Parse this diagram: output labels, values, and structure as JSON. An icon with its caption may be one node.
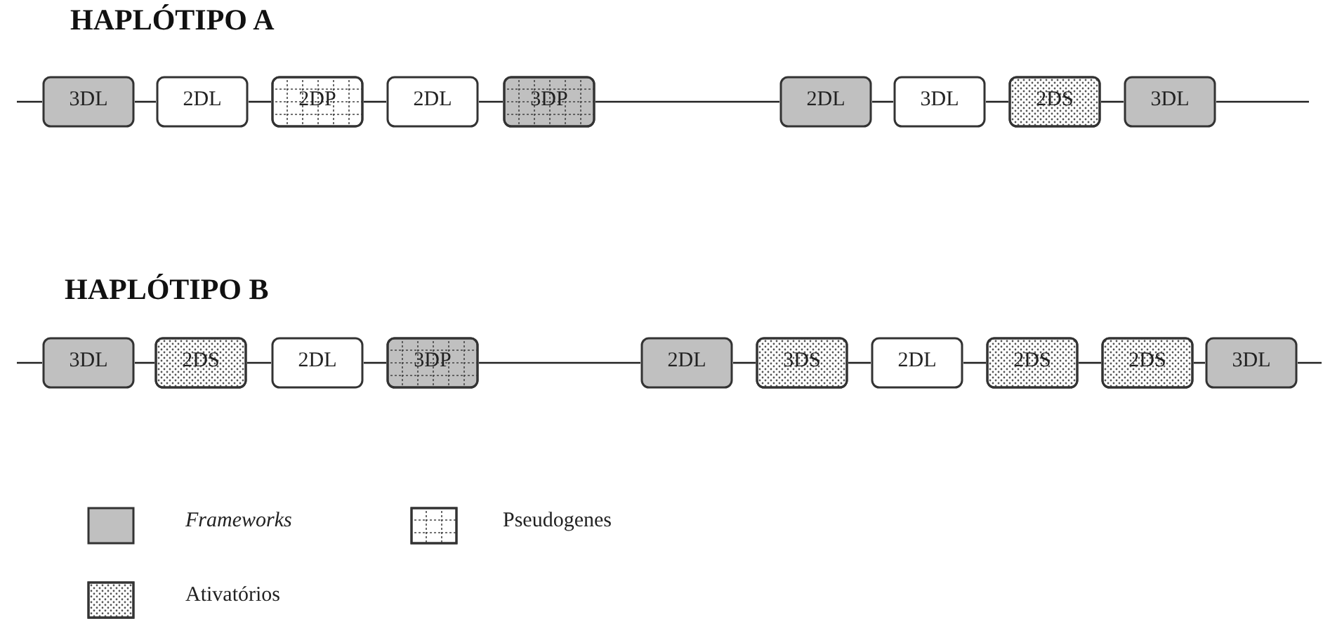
{
  "diagram": {
    "nodes": [
      {
        "text": [
          "3DL"
        ]
      },
      {
        "text": [
          "2DL"
        ]
      },
      {
        "text": [
          "2DP"
        ]
      },
      {
        "text": [
          "2DL"
        ]
      },
      {
        "text": [
          "3DP"
        ]
      },
      {
        "text": [
          "2DL"
        ]
      },
      {
        "text": [
          "3DL"
        ]
      },
      {
        "text": [
          "2DS"
        ]
      },
      {
        "text": [
          "3DL"
        ]
      },
      {
        "text": [
          "3DL"
        ]
      },
      {
        "text": [
          "2DS"
        ]
      },
      {
        "text": [
          "2DL"
        ]
      },
      {
        "text": [
          "3DP"
        ]
      },
      {
        "text": [
          "2DL"
        ]
      },
      {
        "text": [
          "3DS"
        ]
      },
      {
        "text": [
          "2DL"
        ]
      },
      {
        "text": [
          "2DS"
        ]
      },
      {
        "text": [
          "2DS"
        ]
      },
      {
        "text": [
          "3DL"
        ]
      }
    ],
    "edges": [
      {
        "from": null,
        "to": 0,
        "arrow": "none"
      },
      {
        "from": 0,
        "to": 1,
        "arrow": "none"
      },
      {
        "from": 1,
        "to": 2,
        "arrow": "none"
      },
      {
        "from": 2,
        "to": 3,
        "arrow": "none"
      },
      {
        "from": 3,
        "to": 4,
        "arrow": "none"
      },
      {
        "from": 4,
        "to": 5,
        "arrow": "none"
      },
      {
        "from": 5,
        "to": 6,
        "arrow": "none"
      },
      {
        "from": 6,
        "to": 7,
        "arrow": "none"
      },
      {
        "from": 7,
        "to": 8,
        "arrow": "none"
      },
      {
        "from": 8,
        "to": null,
        "arrow": "none"
      },
      {
        "from": null,
        "to": 9,
        "arrow": "none"
      },
      {
        "from": 9,
        "to": 10,
        "arrow": "none"
      },
      {
        "from": 10,
        "to": 11,
        "arrow": "none"
      },
      {
        "from": 11,
        "to": 12,
        "arrow": "none"
      },
      {
        "from": 12,
        "to": 13,
        "arrow": "none"
      },
      {
        "from": 13,
        "to": 14,
        "arrow": "none"
      },
      {
        "from": 14,
        "to": 15,
        "arrow": "none"
      },
      {
        "from": 15,
        "to": 16,
        "arrow": "none"
      },
      {
        "from": 16,
        "to": 17,
        "arrow": "none"
      },
      {
        "from": 17,
        "to": 18,
        "arrow": "none"
      },
      {
        "from": 18,
        "to": null,
        "arrow": "none"
      }
    ],
    "labels": [
      "HAPLÓTIPO A",
      "HAPLÓTIPO B"
    ],
    "legend": [
      {
        "text": "Frameworks",
        "color": "#c0c0c0"
      },
      {
        "text": "Pseudogenes"
      },
      {
        "text": "Ativatórios"
      }
    ]
  }
}
